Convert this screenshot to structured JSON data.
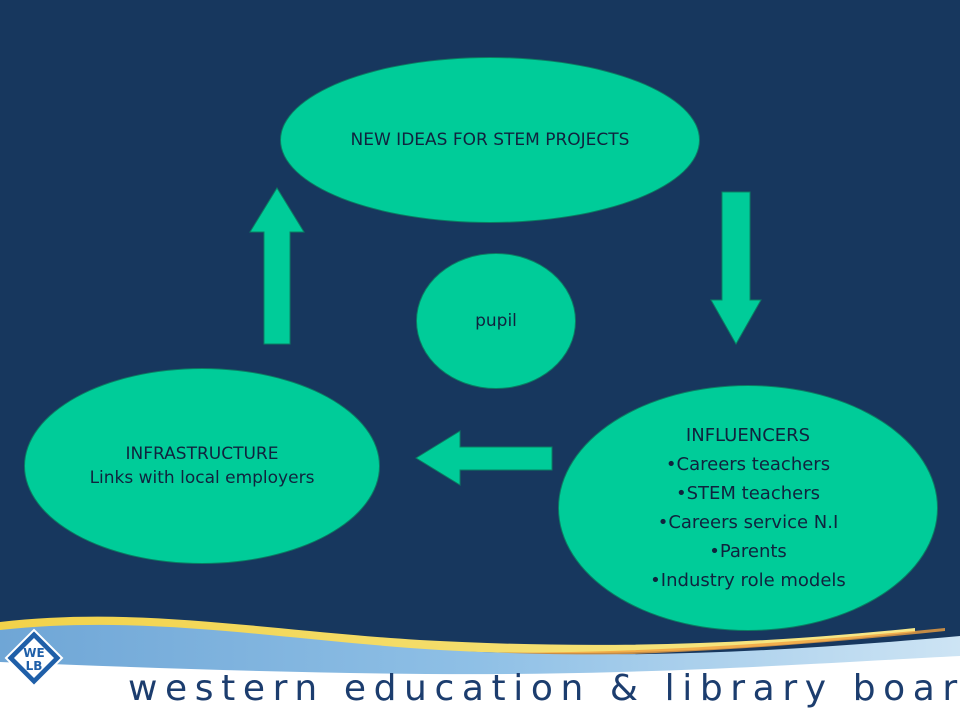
{
  "diagram": {
    "top_node": "NEW IDEAS FOR STEM PROJECTS",
    "center_node": "pupil",
    "left_node": {
      "title": "INFRASTRUCTURE",
      "line": "Links with local employers"
    },
    "right_node": {
      "title": "INFLUENCERS",
      "items": [
        "Careers teachers",
        "STEM teachers",
        "Careers service N.I",
        "Parents",
        "Industry role models"
      ]
    }
  },
  "footer": {
    "organization": "western education & library board",
    "logo_top": "WE",
    "logo_bottom": "LB"
  },
  "colors": {
    "background": "#17375e",
    "node_fill": "#00cc99",
    "arrow_fill": "#00cc99"
  }
}
